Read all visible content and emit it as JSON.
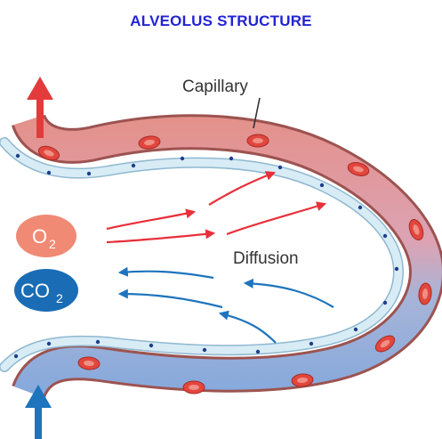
{
  "title": "ALVEOLUS STRUCTURE",
  "labels": {
    "capillary": "Capillary",
    "diffusion": "Diffusion",
    "oxygen": {
      "symbol": "O",
      "subscript": "2"
    },
    "carbon_dioxide": {
      "symbol": "CO",
      "subscript": "2"
    }
  },
  "colors": {
    "title": "#2323d6",
    "oxygen": "#f08a74",
    "carbon_dioxide": "#1a6cb5",
    "arrow_oxygen": "#e8303a",
    "arrow_co2": "#1e74bd",
    "blood_oxygenated": "#e0918d",
    "blood_deoxygenated": "#8fb0db",
    "vessel_wall": "#9c5350",
    "epithelium": "#d8ecf6"
  },
  "icons": [
    "red-blood-cell-icon",
    "epithelial-cell-icon",
    "up-arrow-icon"
  ]
}
